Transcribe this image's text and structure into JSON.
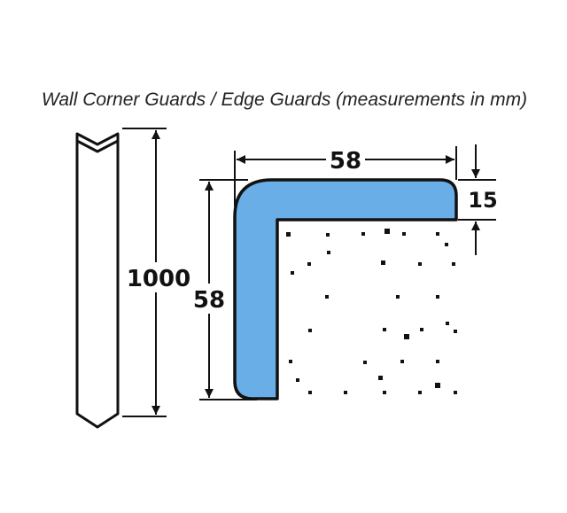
{
  "title": "Wall Corner Guards / Edge Guards (measurements in mm)",
  "dimensions": {
    "length": "1000",
    "width_top": "58",
    "height_side": "58",
    "thickness": "15"
  },
  "colors": {
    "guard_fill": "#6aaee8",
    "outline": "#111111"
  },
  "icons": {
    "side_view": "guard-side-view-icon",
    "cross_section": "guard-cross-section-icon",
    "wall": "speckled-wall-icon"
  }
}
